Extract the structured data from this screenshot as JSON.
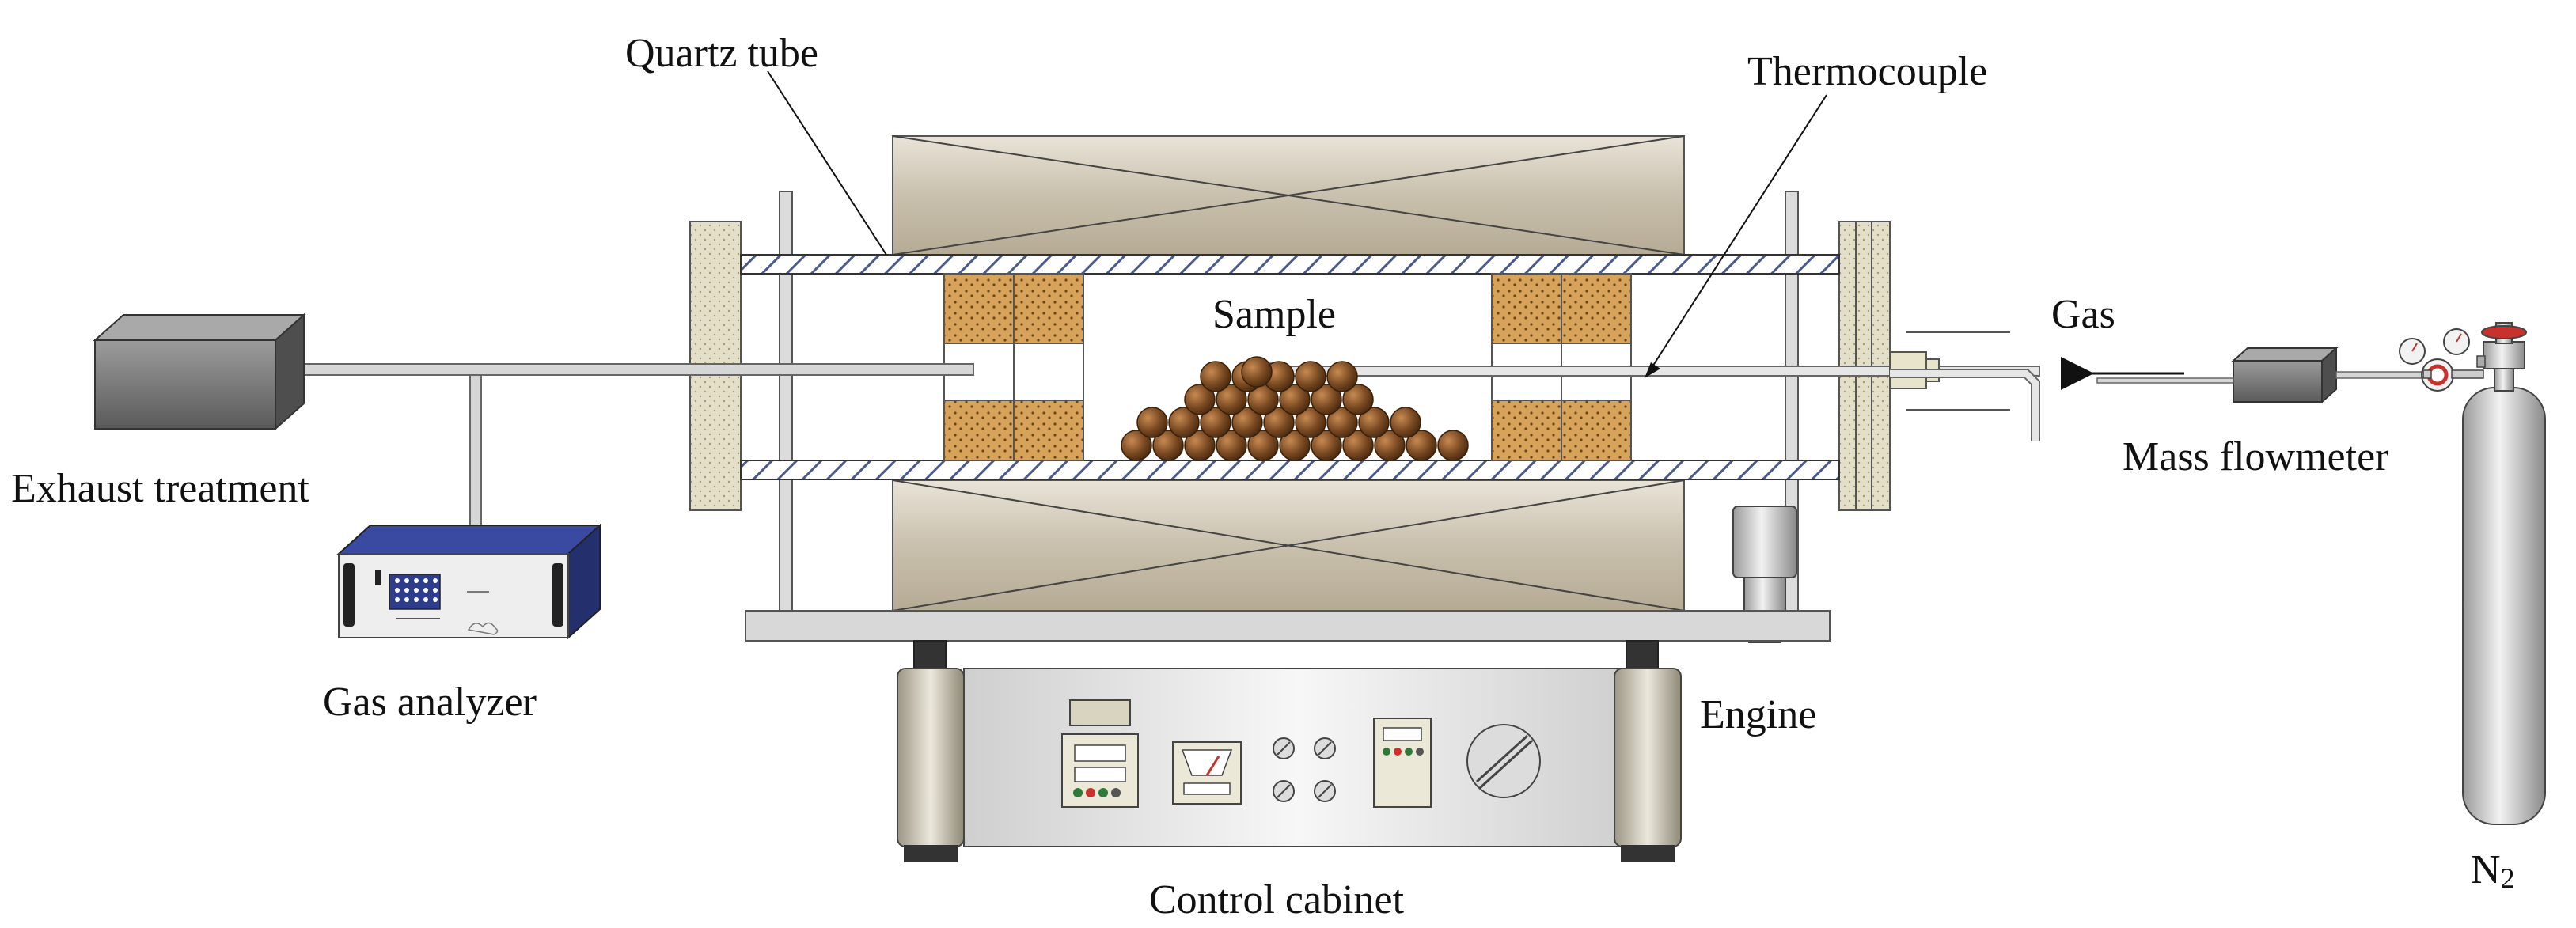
{
  "labels": {
    "quartz_tube": "Quartz tube",
    "thermocouple": "Thermocouple",
    "sample": "Sample",
    "gas": "Gas",
    "exhaust_treatment": "Exhaust treatment",
    "gas_analyzer": "Gas analyzer",
    "mass_flowmeter": "Mass flowmeter",
    "engine": "Engine",
    "control_cabinet": "Control cabinet",
    "n2_main": "N",
    "n2_sub": "2"
  },
  "colors": {
    "furnace_body": "#cfc7b6",
    "insulation": "#d9a24f",
    "sample_ball": "#7a4a22",
    "steel": "#c8c8c8",
    "analyzer_blue": "#2e3c8c",
    "cylinder": "#bdbdbd"
  }
}
